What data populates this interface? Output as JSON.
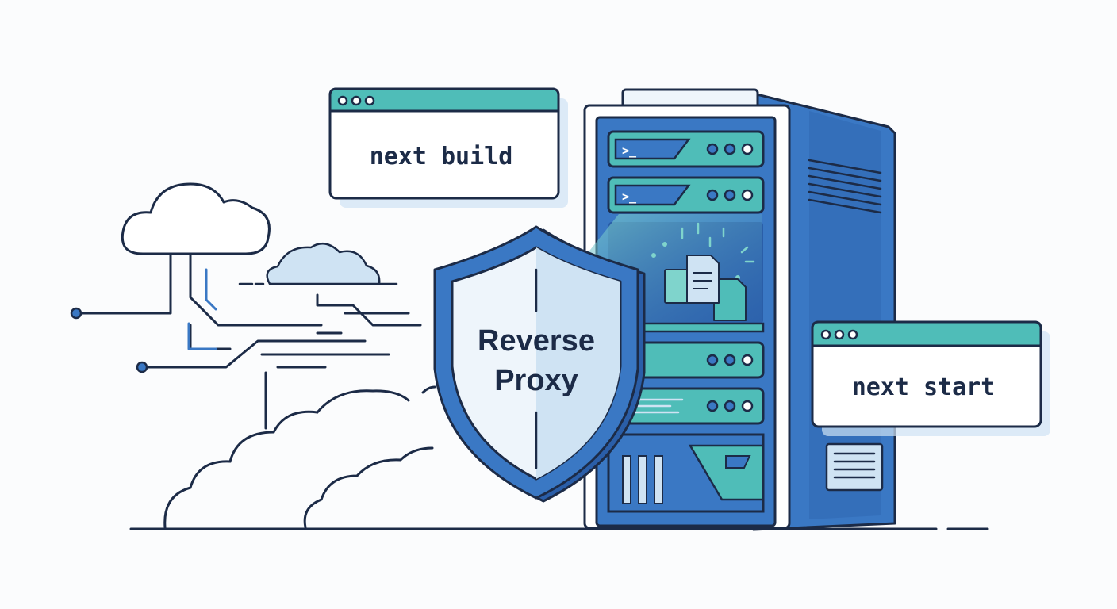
{
  "terminals": {
    "build": {
      "command": "next build"
    },
    "start": {
      "command": "next start"
    }
  },
  "shield": {
    "line1": "Reverse",
    "line2": "Proxy"
  },
  "server": {
    "prompt_glyph": ">_"
  },
  "colors": {
    "outline": "#1c2b47",
    "blue": "#3a78c4",
    "blue_dark": "#2a5ea8",
    "teal": "#4fbdb8",
    "teal_light": "#7fd4cc",
    "light_blue": "#cfe3f3",
    "panel_fill": "#ffffff",
    "background": "#fbfcfd"
  },
  "icons": [
    "cloud-icon",
    "circuit-lines",
    "shield-icon",
    "server-rack-icon",
    "terminal-window-icon",
    "document-icon"
  ]
}
